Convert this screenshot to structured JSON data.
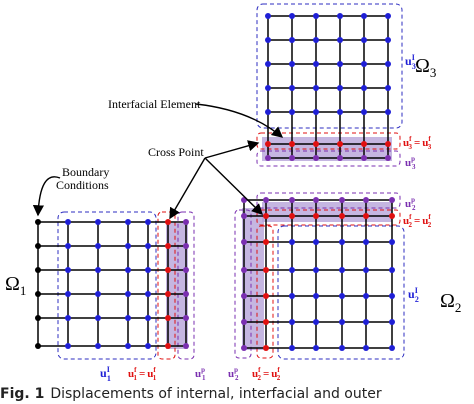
{
  "labels": {
    "omega3": "Ω",
    "omega3_sub": "3",
    "omega1": "Ω",
    "omega1_sub": "1",
    "omega2": "Ω",
    "omega2_sub": "2",
    "interfacial_element": "Interfacial Element",
    "cross_point": "Cross Point",
    "boundary_line1": "Boundary",
    "boundary_line2": "Conditions"
  },
  "equations": {
    "u_internal": "u",
    "u_internal_sup": "I",
    "sub1": "1",
    "sub2": "2",
    "sub3": "3",
    "f_sup": "f",
    "eq": "=",
    "p_sup": "p"
  },
  "caption": {
    "fig_label": "Fig. 1",
    "text": "Displacements of internal, interfacial and outer"
  },
  "colors": {
    "internal_node": "#1f1fd6",
    "interface_node": "#e01010",
    "outer_node": "#7a2fb0",
    "boundary_node": "#000000",
    "band_fill": "#b7a4d9",
    "grid_line": "#000000"
  }
}
